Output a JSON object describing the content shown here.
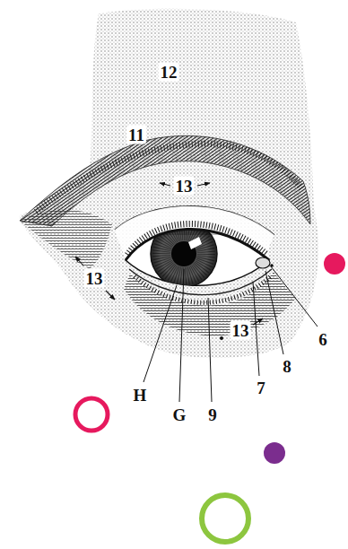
{
  "diagram": {
    "labels": [
      "12",
      "11",
      "13",
      "13",
      "13",
      "H",
      "G",
      "9",
      "7",
      "8",
      "6"
    ]
  }
}
